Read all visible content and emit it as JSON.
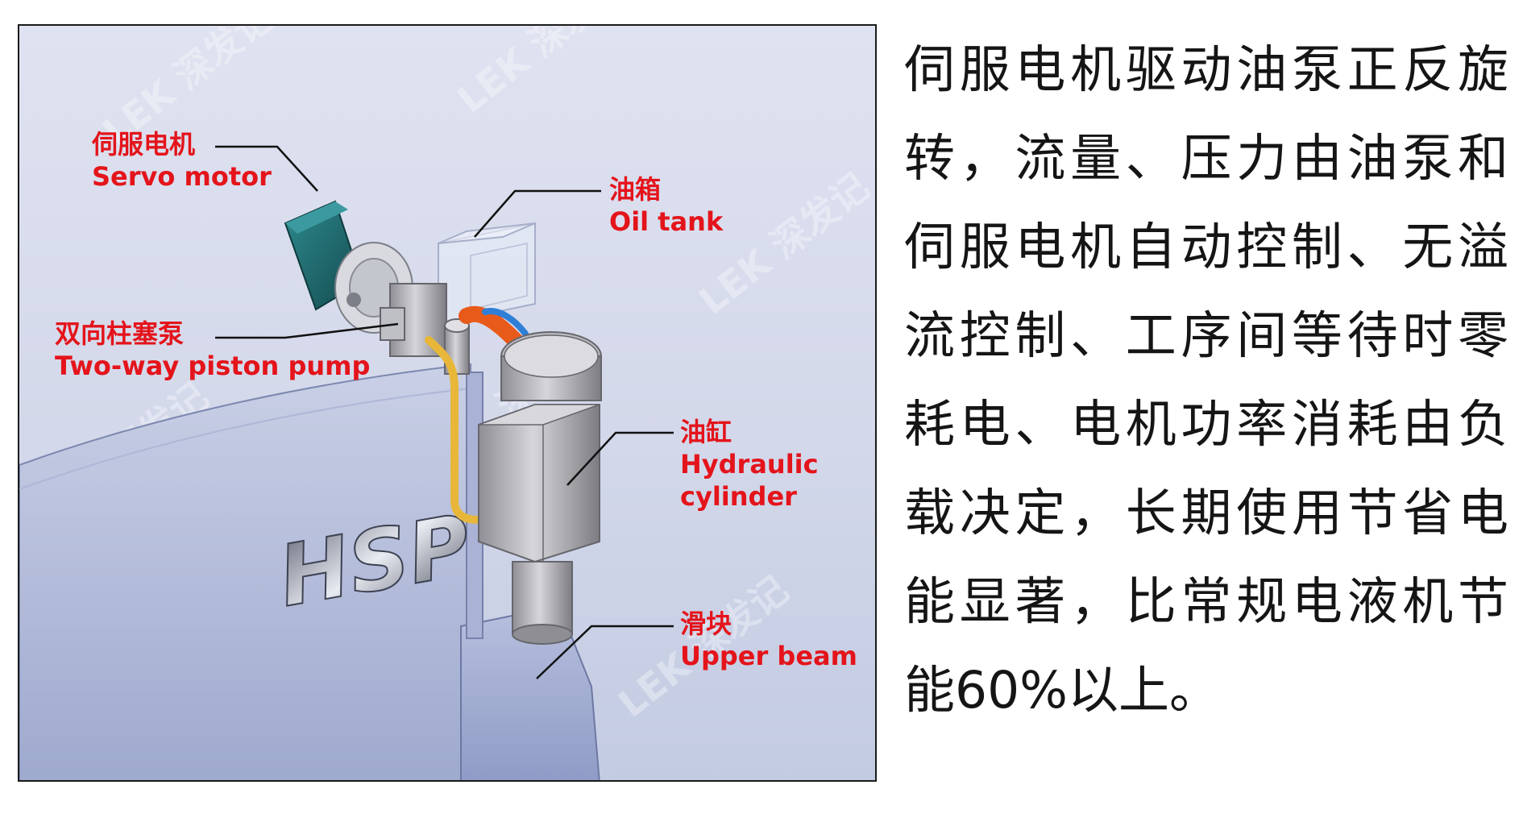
{
  "labels": {
    "servo_motor": {
      "cn": "伺服电机",
      "en": "Servo motor"
    },
    "oil_tank": {
      "cn": "油箱",
      "en": "Oil tank"
    },
    "piston_pump": {
      "cn": "双向柱塞泵",
      "en": "Two-way piston pump"
    },
    "hydraulic_cylinder": {
      "cn": "油缸",
      "en_line1": "Hydraulic",
      "en_line2": "cylinder"
    },
    "upper_beam": {
      "cn": "滑块",
      "en": "Upper beam"
    }
  },
  "logo_text": "HSP",
  "watermark_text": "LEK 深发记",
  "description": "伺服电机驱动油泵正反旋转，流量、压力由油泵和伺服电机自动控制、无溢流控制、工序间等待时零耗电、电机功率消耗由负载决定，长期使用节省电能显著，比常规电液机节能60%以上。",
  "colors": {
    "label_red": "#e4141b",
    "motor_teal": "#1f6e72",
    "hose_orange": "#e85a1a",
    "hose_blue": "#2f7fd6",
    "pipe_yellow": "#e8b73a"
  }
}
